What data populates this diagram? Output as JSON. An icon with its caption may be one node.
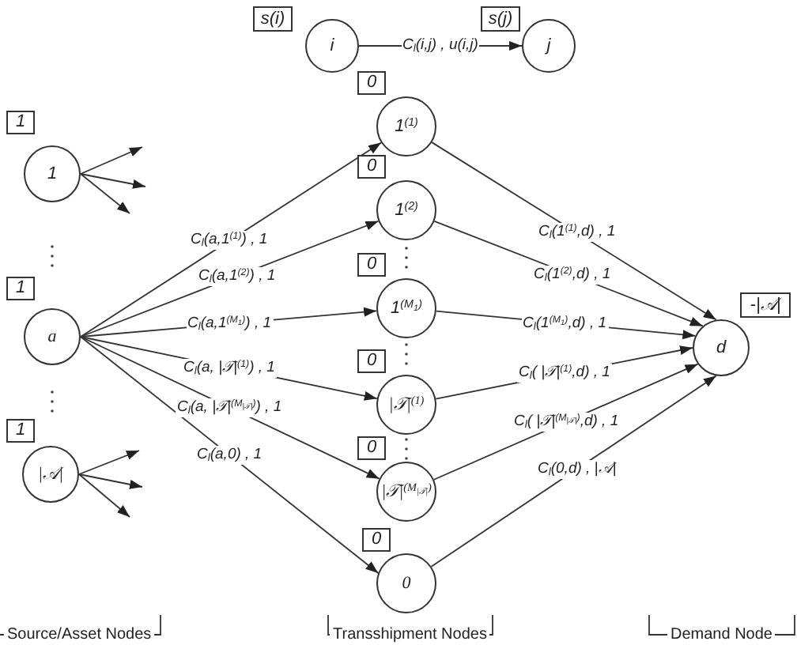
{
  "diagram": {
    "nodes": [
      {
        "text": [
          "s(i)"
        ]
      },
      {
        "text": [
          "i"
        ]
      },
      {
        "text": [
          "s(j)"
        ]
      },
      {
        "text": [
          "j"
        ]
      },
      {
        "text": [
          "1"
        ]
      },
      {
        "text": [
          "1"
        ]
      },
      {
        "text": [
          "1"
        ]
      },
      {
        "text": [
          "a"
        ]
      },
      {
        "text": [
          "1"
        ]
      },
      {
        "text": [
          "|𝒜|"
        ]
      },
      {
        "text": [
          "0"
        ]
      },
      {
        "text": [
          "1$^{(1)}$"
        ]
      },
      {
        "text": [
          "0"
        ]
      },
      {
        "text": [
          "1$^{(2)}$"
        ]
      },
      {
        "text": [
          "0"
        ]
      },
      {
        "text": [
          "1$^{(M}$$_{1}$$^{)}$"
        ]
      },
      {
        "text": [
          "0"
        ]
      },
      {
        "text": [
          "|𝒯|$^{(1)}$"
        ]
      },
      {
        "text": [
          "0"
        ]
      },
      {
        "text": [
          "|𝒯|$^{(M}$$_{|𝒯|}$$^{)}$"
        ]
      },
      {
        "text": [
          "0"
        ]
      },
      {
        "text": [
          "0"
        ]
      },
      {
        "text": [
          "-|𝒜|"
        ]
      },
      {
        "text": [
          "d"
        ]
      }
    ],
    "edges": [
      {
        "from": 1,
        "to": 3,
        "arrow": "to",
        "label": "C$_{l}$(i,j) , u(i,j)"
      },
      {
        "from": 5,
        "to": null,
        "arrow": "to"
      },
      {
        "from": 5,
        "to": null,
        "arrow": "to"
      },
      {
        "from": 5,
        "to": null,
        "arrow": "to"
      },
      {
        "from": 9,
        "to": null,
        "arrow": "to"
      },
      {
        "from": 9,
        "to": null,
        "arrow": "to"
      },
      {
        "from": 9,
        "to": null,
        "arrow": "to"
      },
      {
        "from": 7,
        "to": 11,
        "arrow": "to",
        "label": "C$_{l}$(a,1$^{(1)}$) , 1"
      },
      {
        "from": 7,
        "to": 13,
        "arrow": "to",
        "label": "C$_{l}$(a,1$^{(2)}$) , 1"
      },
      {
        "from": 7,
        "to": 15,
        "arrow": "to",
        "label": "C$_{l}$(a,1$^{(M}$$_{1}$$^{)}$) , 1"
      },
      {
        "from": 7,
        "to": 17,
        "arrow": "to",
        "label": "C$_{l}$(a, |𝒯|$^{(1)}$) , 1"
      },
      {
        "from": 7,
        "to": 19,
        "arrow": "to",
        "label": "C$_{l}$(a, |𝒯|$^{(M}$$_{|𝒯|}$$^{)}$) , 1"
      },
      {
        "from": 7,
        "to": 21,
        "arrow": "to",
        "label": "C$_{l}$(a,0) , 1"
      },
      {
        "from": 11,
        "to": 23,
        "arrow": "to",
        "label": "C$_{l}$(1$^{(1)}$,d) , 1"
      },
      {
        "from": 13,
        "to": 23,
        "arrow": "to",
        "label": "C$_{l}$(1$^{(2)}$,d) , 1"
      },
      {
        "from": 15,
        "to": 23,
        "arrow": "to",
        "label": "C$_{l}$(1$^{(M}$$_{1}$$^{)}$,d) , 1"
      },
      {
        "from": 17,
        "to": 23,
        "arrow": "to",
        "label": "C$_{l}$( |𝒯|$^{(1)}$,d) , 1"
      },
      {
        "from": 19,
        "to": 23,
        "arrow": "to",
        "label": "C$_{l}$( |𝒯|$^{(M}$$_{|𝒯|}$$^{)}$,d) , 1"
      },
      {
        "from": 21,
        "to": 23,
        "arrow": "to",
        "label": "C$_{l}$(0,d) , |𝒜|"
      }
    ],
    "labels": [
      "Source/Asset Nodes",
      "Transshipment Nodes",
      "Demand Node"
    ]
  }
}
